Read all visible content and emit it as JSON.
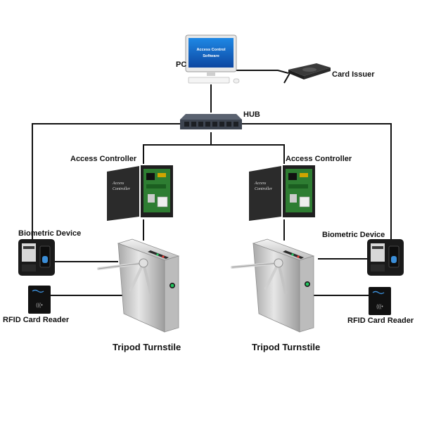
{
  "labels": {
    "pc": "PC",
    "screen_line1": "Access Control",
    "screen_line2": "Software",
    "card_issuer": "Card Issuer",
    "hub": "HUB",
    "access_controller_left": "Access Controller",
    "access_controller_right": "Access Controller",
    "panel_text_line1": "Access",
    "panel_text_line2": "Controller",
    "biometric_left": "Biometric Device",
    "biometric_right": "Biometric Device",
    "rfid_left": "RFID Card Reader",
    "rfid_right": "RFID Card Reader",
    "turnstile_left": "Tripod Turnstile",
    "turnstile_right": "Tripod Turnstile"
  },
  "colors": {
    "wire": "#111111",
    "screen_blue": "#1565c0",
    "device_black": "#1a1a1a",
    "controller_box": "#2b2b2b",
    "pcb_green": "#2e7d32",
    "turnstile_steel": "#c9c9c9",
    "indicator_green": "#22c55e",
    "indicator_red": "#e53935"
  }
}
